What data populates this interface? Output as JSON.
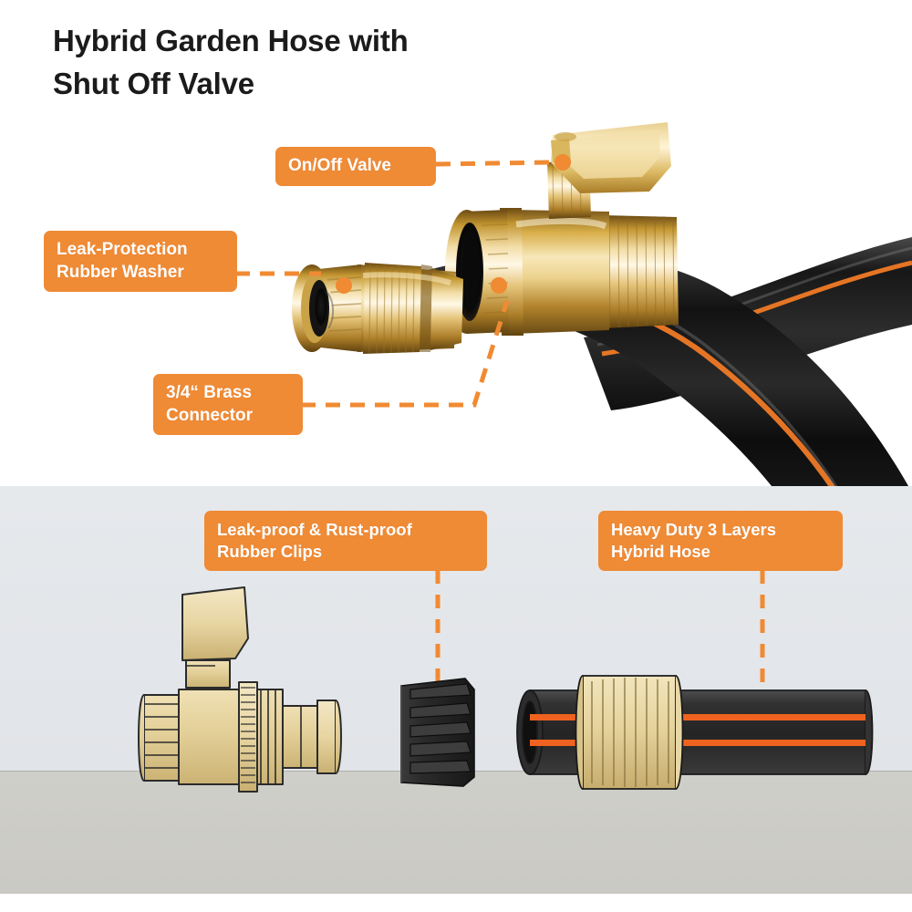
{
  "title": {
    "line1": "Hybrid Garden Hose with",
    "line2": "Shut Off Valve"
  },
  "colors": {
    "accent_orange": "#ef8a35",
    "leader_orange": "#f08a33",
    "title_text": "#1b1b1b",
    "badge_text": "#ffffff",
    "lower_panel_bg": "#e3e6ea",
    "floor_grey": "#cdcdc8",
    "hose_black": "#1a1a1a",
    "hose_stripe_orange": "#f07a26",
    "brass_light": "#efdca8",
    "brass_mid": "#d8b86a",
    "brass_dark": "#8a6a22"
  },
  "callouts": {
    "on_off_valve": {
      "label": "On/Off Valve"
    },
    "leak_protection": {
      "label": "Leak-Protection\nRubber Washer"
    },
    "brass_connector": {
      "label": "3/4“ Brass\nConnector"
    },
    "rubber_clips": {
      "label": "Leak-proof & Rust-proof\nRubber Clips"
    },
    "hybrid_hose": {
      "label": "Heavy Duty 3 Layers\nHybrid Hose"
    }
  },
  "top_section": {
    "parts": [
      {
        "name": "ball-valve-handle"
      },
      {
        "name": "ball-valve-body"
      },
      {
        "name": "brass-female-connector"
      },
      {
        "name": "rubber-washer"
      },
      {
        "name": "garden-hose"
      }
    ]
  },
  "lower_section": {
    "parts": [
      {
        "name": "shut-off-valve-diagram"
      },
      {
        "name": "rubber-clip-diagram"
      },
      {
        "name": "hybrid-hose-diagram"
      }
    ]
  }
}
